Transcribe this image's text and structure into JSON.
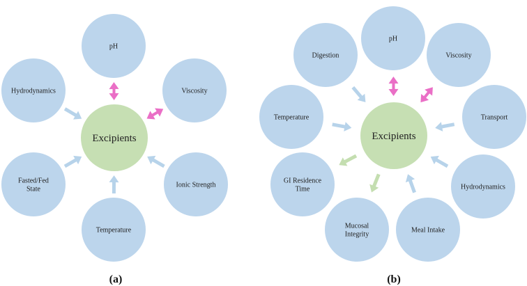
{
  "colors": {
    "node_fill": "#bcd5ec",
    "center_fill": "#c6dfb3",
    "arrow_blue": "#b7d3ea",
    "arrow_pink": "#ea6fc6",
    "arrow_green": "#c4deb0"
  },
  "panel_a": {
    "caption": "(a)",
    "center": "Excipients",
    "nodes": [
      {
        "lines": [
          "pH"
        ]
      },
      {
        "lines": [
          "Viscosity"
        ]
      },
      {
        "lines": [
          "Ionic Strength"
        ]
      },
      {
        "lines": [
          "Temperature"
        ]
      },
      {
        "lines": [
          "Fasted/Fed",
          "State"
        ]
      },
      {
        "lines": [
          "Hydrodynamics"
        ]
      }
    ]
  },
  "panel_b": {
    "caption": "(b)",
    "center": "Excipients",
    "nodes": [
      {
        "lines": [
          "pH"
        ]
      },
      {
        "lines": [
          "Viscosity"
        ]
      },
      {
        "lines": [
          "Transport"
        ]
      },
      {
        "lines": [
          "Hydrodynamics"
        ]
      },
      {
        "lines": [
          "Meal Intake"
        ]
      },
      {
        "lines": [
          "Mucosal",
          "Integrity"
        ]
      },
      {
        "lines": [
          "GI Residence",
          "Time"
        ]
      },
      {
        "lines": [
          "Temperature"
        ]
      },
      {
        "lines": [
          "Digestion"
        ]
      }
    ]
  }
}
